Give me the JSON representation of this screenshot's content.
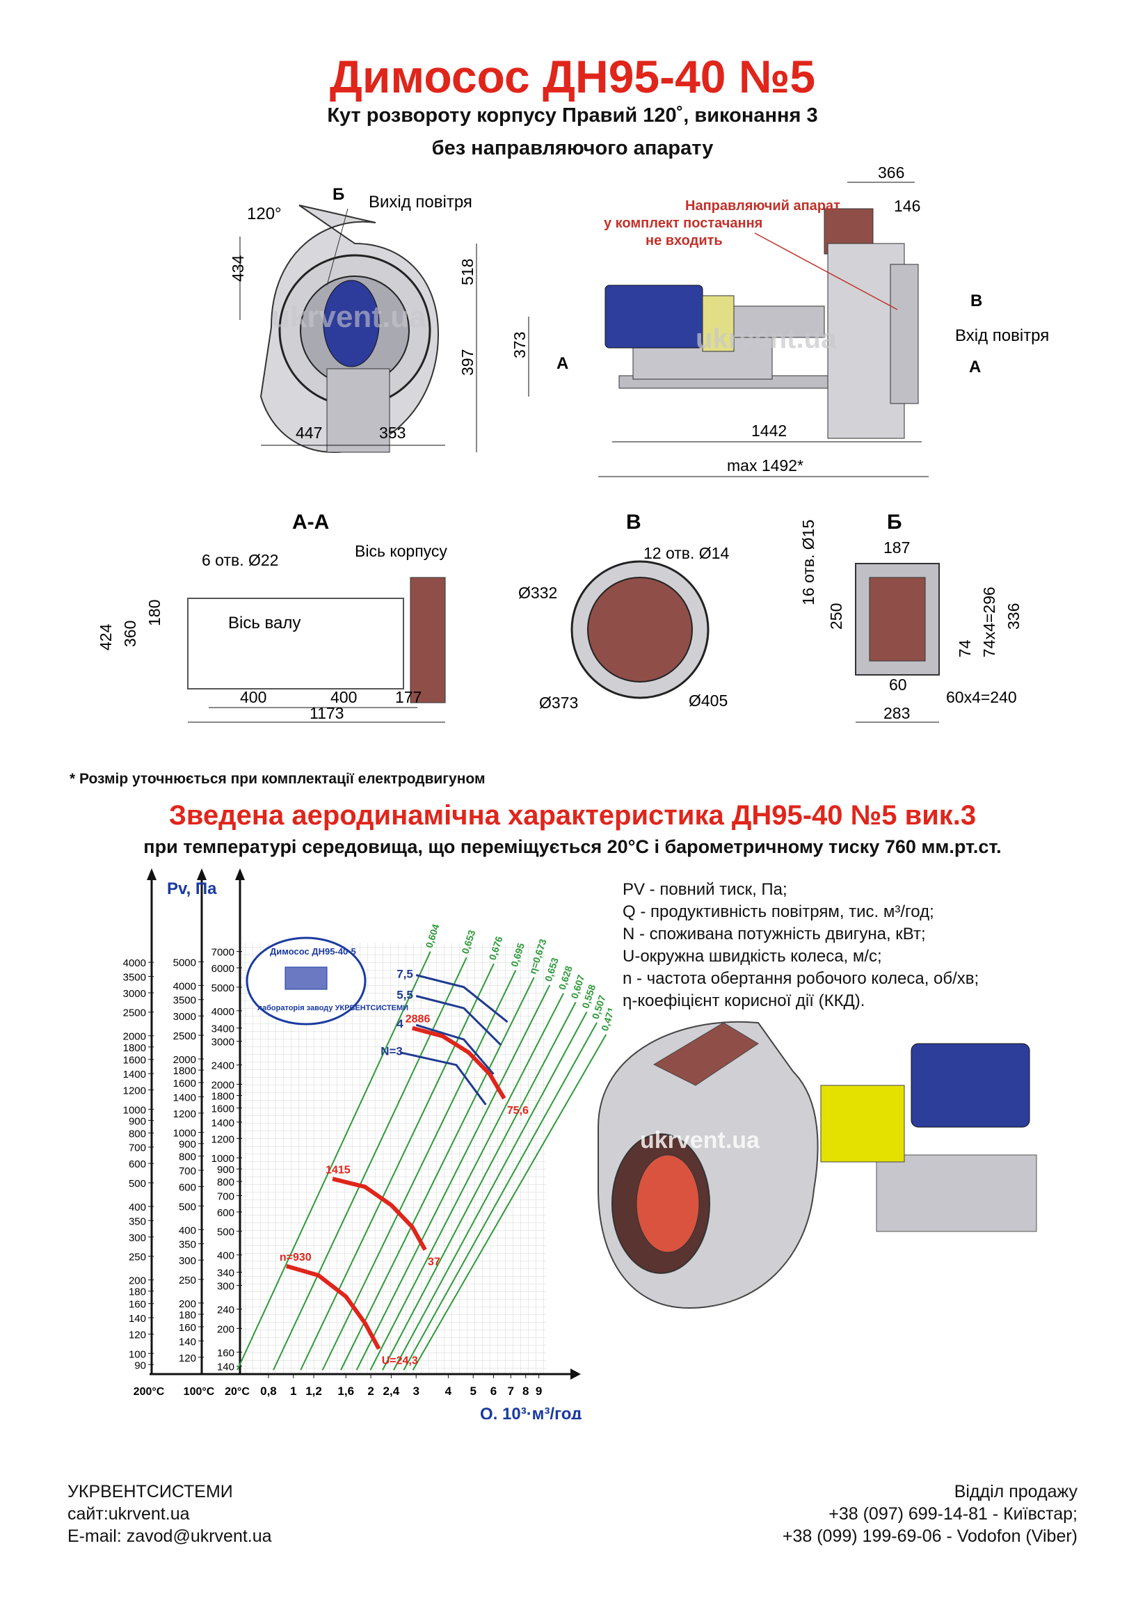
{
  "header": {
    "title": "Димосос  ДН95-40 №5",
    "subtitle1": "Кут розвороту корпусу Правий 120˚, виконання 3",
    "subtitle2": "без направляючого апарату"
  },
  "drawing_top": {
    "angle": "120°",
    "section_b": "Б",
    "outlet": "Вихід повітря",
    "dims_left": [
      "434",
      "518",
      "397",
      "447",
      "353"
    ],
    "guide_note": [
      "Направляючий апарат",
      "у комплект постачання",
      "не входить"
    ],
    "dims_side": [
      "366",
      "146",
      "373",
      "1442",
      "max 1492*"
    ],
    "section_v": "В",
    "inlet": "Вхід повітря",
    "section_a": "А",
    "watermark": "ukrvent.ua"
  },
  "views": {
    "aa": {
      "title": "А-А",
      "holes": "6 отв. Ø22",
      "body_axis": "Вісь корпусу",
      "shaft_axis": "Вісь валу",
      "dims": [
        "424",
        "360",
        "180",
        "400",
        "400",
        "177",
        "1173"
      ]
    },
    "v": {
      "title": "В",
      "holes": "12 отв. Ø14",
      "dims": [
        "Ø332",
        "Ø373",
        "Ø405"
      ]
    },
    "b": {
      "title": "Б",
      "holes": "16 отв. Ø15",
      "dims": [
        "187",
        "250",
        "336",
        "74x4=296",
        "74",
        "60",
        "60x4=240",
        "283"
      ]
    }
  },
  "note": "* Розмір уточнюється при комплектації електродвигуном",
  "chart_header": {
    "title": "Зведена аеродинамічна характеристика ДН95-40 №5 вик.3",
    "subtitle": "при температурі середовища, що переміщується 20°C і барометричному тиску 760 мм.рт.ст."
  },
  "legend": [
    "PV - повний тиск, Па;",
    "Q - продуктивність повітрям, тис. м³/год;",
    "N - споживана потужність двигуна, кВт;",
    "U-окружна швидкість колеса, м/с;",
    "n - частота обертання робочого колеса, об/хв;",
    "η-коефіцієнт корисної дії (ККД)."
  ],
  "stamp": {
    "top": "Димосос ДН95-40-5",
    "bottom": "лабораторія заводу УКРВЕНТСИСТЕМИ"
  },
  "chart_data": {
    "type": "line",
    "title": "",
    "ylabel": "Pv, Па",
    "xlabel": "Q, 10³·м³/год",
    "x_scale": "log",
    "y_scale": "log",
    "x_ticks": [
      "0,8",
      "1",
      "1,2",
      "1,6",
      "2",
      "2,4",
      "3",
      "4",
      "5",
      "6",
      "7",
      "8",
      "9"
    ],
    "temperature_labels": [
      "200°C",
      "100°C",
      "20°C"
    ],
    "y_ticks_20C": [
      "140",
      "160",
      "200",
      "240",
      "300",
      "340",
      "400",
      "500",
      "600",
      "700",
      "800",
      "900",
      "1000",
      "1200",
      "1400",
      "1600",
      "1800",
      "2000",
      "2400",
      "3000",
      "3400",
      "4000",
      "5000",
      "6000",
      "7000"
    ],
    "y_ticks_100C": [
      "120",
      "140",
      "160",
      "180",
      "200",
      "250",
      "300",
      "350",
      "400",
      "500",
      "600",
      "700",
      "800",
      "900",
      "1000",
      "1200",
      "1400",
      "1600",
      "1800",
      "2000",
      "2500",
      "3000",
      "3500",
      "4000",
      "5000"
    ],
    "y_ticks_200C": [
      "90",
      "100",
      "120",
      "140",
      "160",
      "180",
      "200",
      "250",
      "300",
      "350",
      "400",
      "500",
      "600",
      "700",
      "800",
      "900",
      "1000",
      "1200",
      "1400",
      "1600",
      "1800",
      "2000",
      "2500",
      "3000",
      "3500",
      "4000"
    ],
    "speed_curves": [
      {
        "name": "n=2886",
        "label_start": "2886",
        "label_end": "75,6",
        "points": [
          [
            2.9,
            3400
          ],
          [
            3.8,
            3150
          ],
          [
            4.8,
            2700
          ],
          [
            5.8,
            2200
          ],
          [
            6.6,
            1750
          ]
        ]
      },
      {
        "name": "n=1415",
        "label_start": "1415",
        "label_end": "37",
        "points": [
          [
            1.42,
            820
          ],
          [
            1.9,
            760
          ],
          [
            2.4,
            640
          ],
          [
            2.9,
            520
          ],
          [
            3.25,
            420
          ]
        ]
      },
      {
        "name": "n=930",
        "label_start": "n=930",
        "label_end": "U=24,3",
        "points": [
          [
            0.94,
            360
          ],
          [
            1.25,
            330
          ],
          [
            1.6,
            270
          ],
          [
            1.9,
            210
          ],
          [
            2.15,
            165
          ]
        ]
      }
    ],
    "power_curves": [
      {
        "name": "N=7,5",
        "label": "7,5",
        "points": [
          [
            3.0,
            5600
          ],
          [
            4.6,
            5000
          ],
          [
            6.8,
            3600
          ]
        ]
      },
      {
        "name": "N=5,5",
        "label": "5,5",
        "points": [
          [
            3.0,
            4600
          ],
          [
            4.6,
            4100
          ],
          [
            6.4,
            2900
          ]
        ]
      },
      {
        "name": "N=4",
        "label": "4",
        "points": [
          [
            3.0,
            3500
          ],
          [
            4.6,
            3050
          ],
          [
            6.0,
            2200
          ]
        ]
      },
      {
        "name": "N=3",
        "label": "N=3",
        "points": [
          [
            2.6,
            2700
          ],
          [
            4.3,
            2400
          ],
          [
            5.6,
            1650
          ]
        ]
      }
    ],
    "efficiency_lines": [
      "0,604",
      "0,653",
      "0,676",
      "0,695",
      "η=0,673",
      "0,653",
      "0,628",
      "0,607",
      "0,558",
      "0,507",
      "0,471"
    ]
  },
  "footer": {
    "company": "УКРВЕНТСИСТЕМИ",
    "site": "сайт:ukrvent.ua",
    "email": "E-mail: zavod@ukrvent.ua",
    "sales": "Відділ продажу",
    "phone1": "+38 (097) 699-14-81 - Київстар;",
    "phone2": "+38 (099) 199-69-06 - Vodofon (Viber)"
  }
}
